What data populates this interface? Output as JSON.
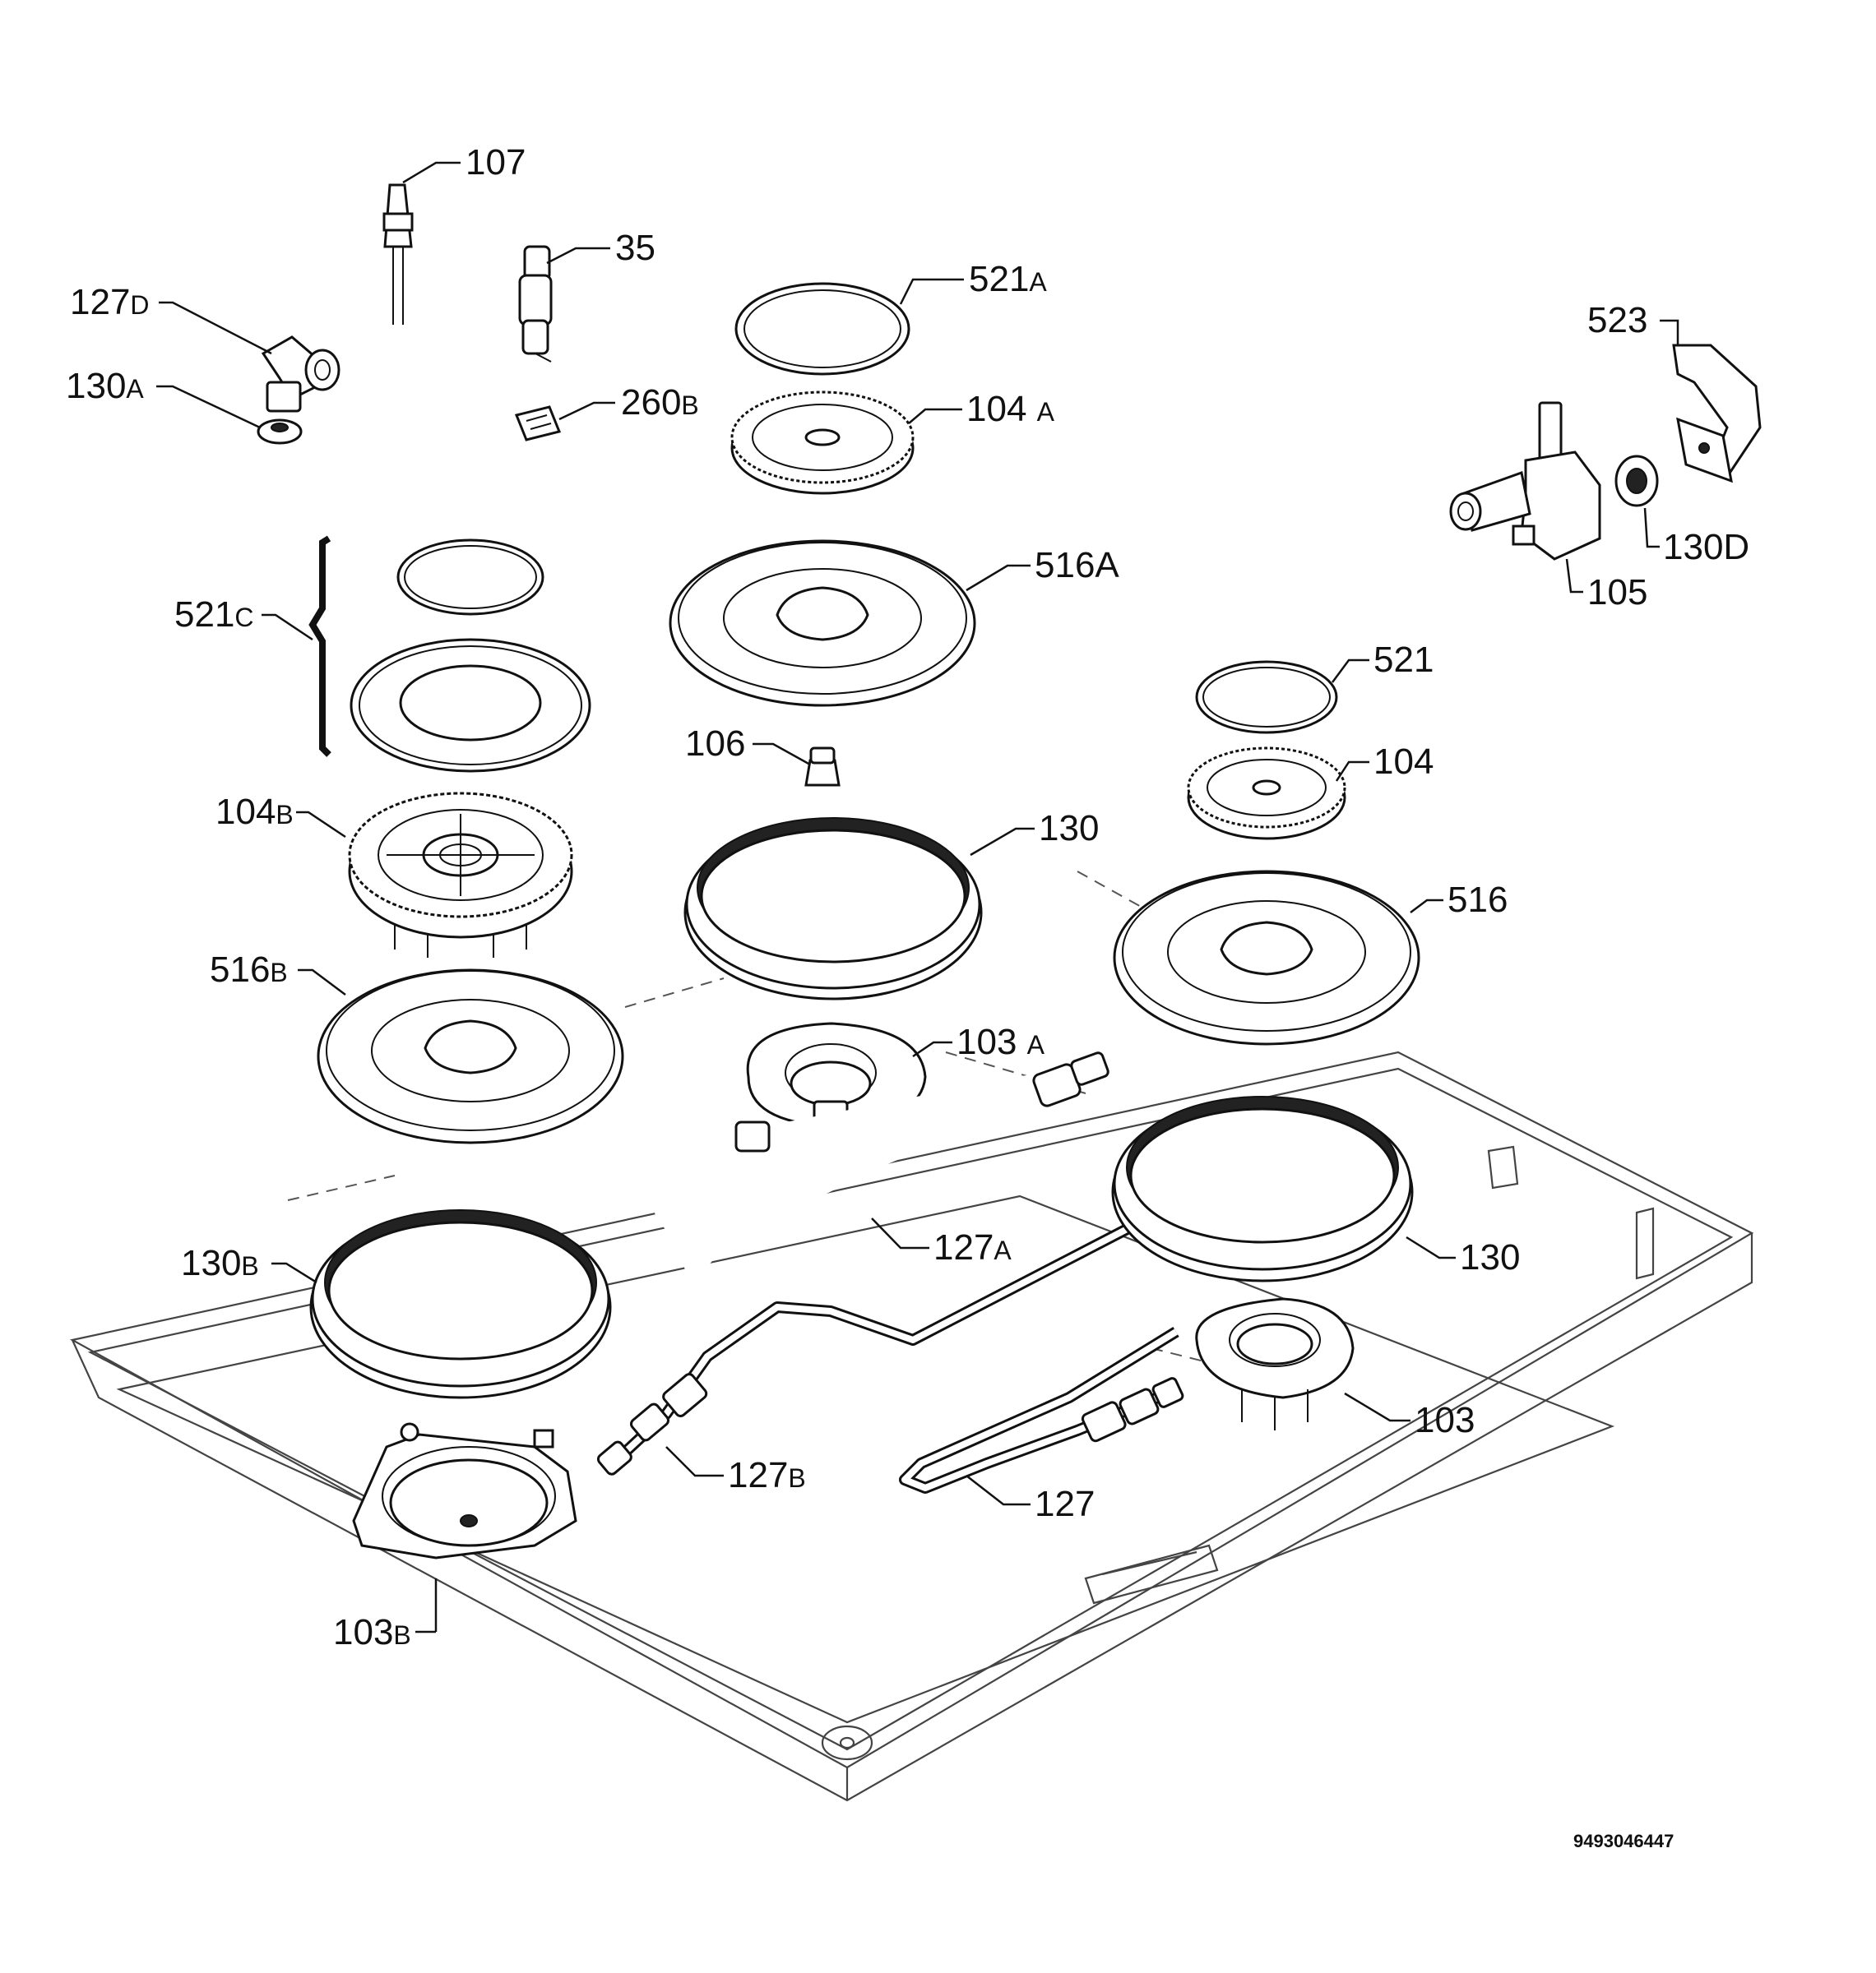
{
  "document_id": "9493046447",
  "labels": {
    "p107": {
      "main": "107",
      "sub": ""
    },
    "p35": {
      "main": "35",
      "sub": ""
    },
    "p127d": {
      "main": "127",
      "sub": "D"
    },
    "p130a": {
      "main": "130",
      "sub": "A"
    },
    "p260b": {
      "main": "260",
      "sub": "B"
    },
    "p521a": {
      "main": "521",
      "sub": "A"
    },
    "p104a": {
      "main": "104 ",
      "sub": "A"
    },
    "p523": {
      "main": "523",
      "sub": ""
    },
    "p130d": {
      "main": "130D",
      "sub": ""
    },
    "p105": {
      "main": "105",
      "sub": ""
    },
    "p516a": {
      "main": "516A",
      "sub": ""
    },
    "p521c": {
      "main": "521",
      "sub": "C"
    },
    "p521": {
      "main": "521",
      "sub": ""
    },
    "p106": {
      "main": "106",
      "sub": ""
    },
    "p104": {
      "main": "104",
      "sub": ""
    },
    "p104b": {
      "main": "104",
      "sub": "B"
    },
    "p130": {
      "main": "130",
      "sub": ""
    },
    "p516": {
      "main": "516",
      "sub": ""
    },
    "p516b": {
      "main": "516",
      "sub": "B"
    },
    "p103a": {
      "main": "103 ",
      "sub": "A"
    },
    "p127a": {
      "main": "127",
      "sub": "A"
    },
    "p130_2": {
      "main": "130",
      "sub": ""
    },
    "p130b": {
      "main": "130",
      "sub": "B"
    },
    "p103": {
      "main": "103",
      "sub": ""
    },
    "p127b": {
      "main": "127",
      "sub": "B"
    },
    "p127": {
      "main": "127",
      "sub": ""
    },
    "p103b": {
      "main": "103",
      "sub": "B"
    }
  }
}
